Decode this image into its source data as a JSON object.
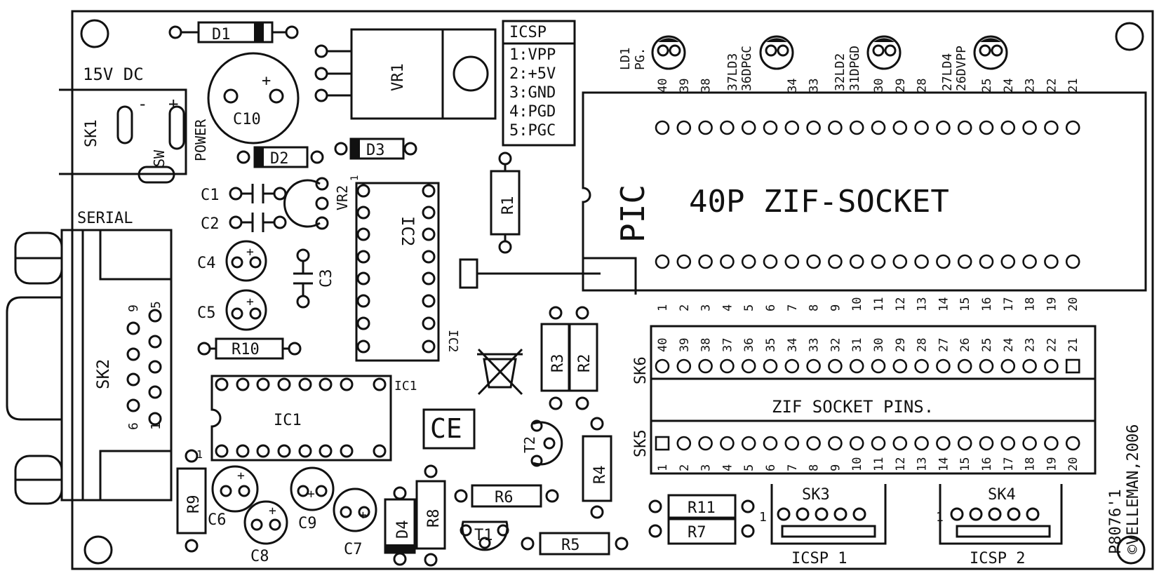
{
  "board": {
    "power_label": "15V DC",
    "sk1": "SK1",
    "sw": "SW",
    "power": "POWER",
    "serial": "SERIAL",
    "sk2": "SK2",
    "db9_pin9": "9",
    "db9_pin5": "5",
    "db9_pin6": "6",
    "db9_pin1": "1",
    "plus": "+",
    "minus": "-",
    "pin1_mark": "1",
    "zif_title": "40P ZIF-SOCKET",
    "pic": "PIC",
    "zif_pins_label": "ZIF SOCKET PINS.",
    "sk5": "SK5",
    "sk6": "SK6",
    "sk3": "SK3",
    "sk4": "SK4",
    "icsp1": "ICSP 1",
    "icsp2": "ICSP 2",
    "pcb_code": "P8076'1",
    "copyright": "©VELLEMAN,2006",
    "ce": "CE"
  },
  "icsp_table": {
    "title": "ICSP",
    "rows": [
      "1:VPP",
      "2:+5V",
      "3:GND",
      "4:PGD",
      "5:PGC"
    ]
  },
  "components": {
    "d1": "D1",
    "d2": "D2",
    "d3": "D3",
    "d4": "D4",
    "vr1": "VR1",
    "vr2": "VR2",
    "c1": "C1",
    "c2": "C2",
    "c3": "C3",
    "c4": "C4",
    "c5": "C5",
    "c6": "C6",
    "c7": "C7",
    "c8": "C8",
    "c9": "C9",
    "c10": "C10",
    "r1": "R1",
    "r2": "R2",
    "r3": "R3",
    "r4": "R4",
    "r5": "R5",
    "r6": "R6",
    "r7": "R7",
    "r8": "R8",
    "r9": "R9",
    "r10": "R10",
    "r11": "R11",
    "ic1": "IC1",
    "ic2": "IC2",
    "ic1_mark": "IC1",
    "ic2_mark": "IC2",
    "t1": "T1",
    "t2": "T2"
  },
  "leds": {
    "ld1": "LD1",
    "pg": "PG.",
    "ld3": "37LD3",
    "dpgc": "36DPGC",
    "ld2": "32LD2",
    "dpgd": "31DPGD",
    "ld4": "27LD4",
    "dvpp": "26DVPP"
  },
  "zif_top_pins": [
    "40",
    "39",
    "38",
    "",
    "",
    "",
    "34",
    "33",
    "",
    "",
    "30",
    "29",
    "28",
    "",
    "",
    "25",
    "24",
    "23",
    "22",
    "21"
  ],
  "zif_bottom_pins": [
    "1",
    "2",
    "3",
    "4",
    "5",
    "6",
    "7",
    "8",
    "9",
    "10",
    "11",
    "12",
    "13",
    "14",
    "15",
    "16",
    "17",
    "18",
    "19",
    "20"
  ],
  "sk6_pins": [
    "40",
    "39",
    "38",
    "37",
    "36",
    "35",
    "34",
    "33",
    "32",
    "31",
    "30",
    "29",
    "28",
    "27",
    "26",
    "25",
    "24",
    "23",
    "22",
    "21"
  ],
  "sk5_pins": [
    "1",
    "2",
    "3",
    "4",
    "5",
    "6",
    "7",
    "8",
    "9",
    "10",
    "11",
    "12",
    "13",
    "14",
    "15",
    "16",
    "17",
    "18",
    "19",
    "20"
  ]
}
